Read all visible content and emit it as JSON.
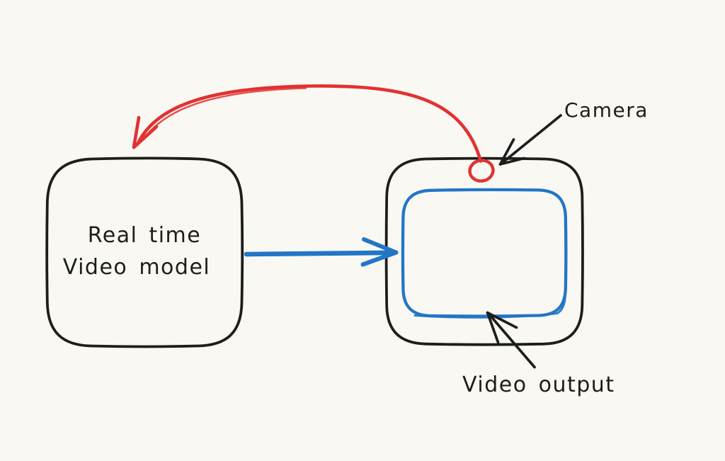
{
  "diagram": {
    "type": "whiteboard-sketch",
    "background": "#f9f8f2",
    "ink_color": "#1d1d1d",
    "accent_red": "#e23131",
    "accent_blue": "#2176c7",
    "nodes": [
      {
        "id": "model-box",
        "shape": "rounded-rectangle",
        "stroke": "black",
        "label_line1": "Real time",
        "label_line2": "Video model"
      },
      {
        "id": "device-box",
        "shape": "rounded-rectangle",
        "stroke": "black",
        "label_line1": "",
        "label_line2": ""
      },
      {
        "id": "screen",
        "shape": "rounded-rectangle",
        "stroke": "blue",
        "label_line1": "",
        "label_line2": ""
      },
      {
        "id": "camera-dot",
        "shape": "circle",
        "stroke": "red"
      }
    ],
    "edges": [
      {
        "id": "camera-to-model",
        "color": "red",
        "style": "curved-arrow",
        "from": "camera-dot",
        "to": "model-box"
      },
      {
        "id": "model-to-screen",
        "color": "blue",
        "style": "straight-arrow",
        "from": "model-box",
        "to": "screen"
      }
    ],
    "annotations": {
      "camera": "Camera",
      "video_output": "Video output"
    }
  }
}
